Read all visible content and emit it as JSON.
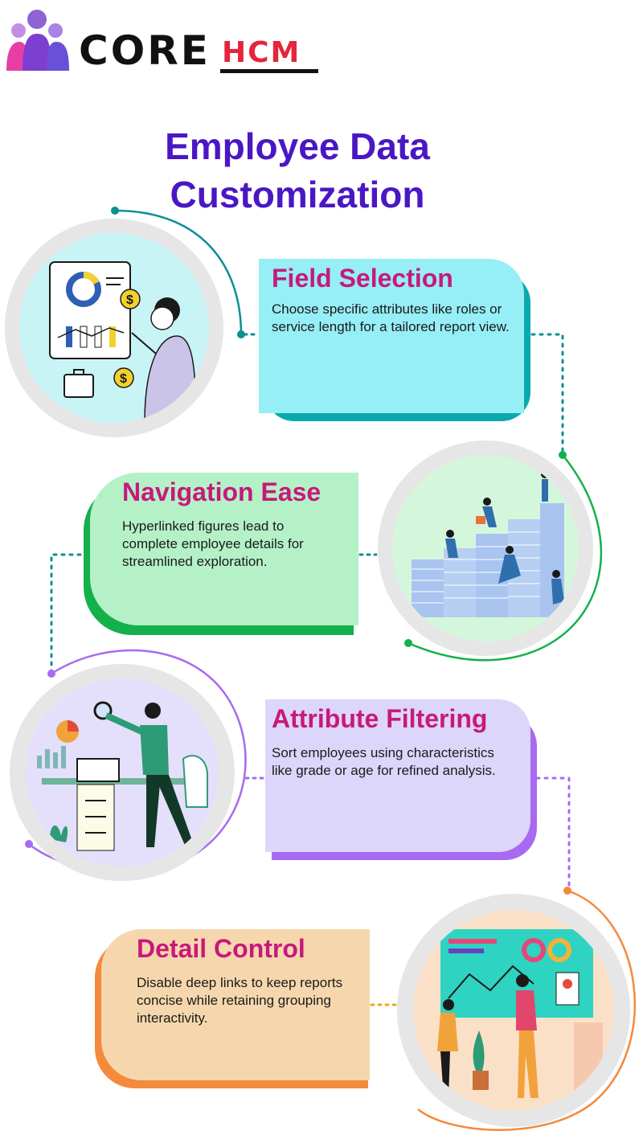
{
  "logo": {
    "core": "CORE",
    "hcm": "HCM"
  },
  "title": {
    "line1": "Employee Data",
    "line2": "Customization"
  },
  "sections": [
    {
      "title": "Field Selection",
      "text": "Choose specific attributes like roles or service length for a tailored report view.",
      "color": "#96eef6",
      "accent": "#0aa9ad"
    },
    {
      "title": "Navigation Ease",
      "text": "Hyperlinked figures lead to complete employee details for streamlined exploration.",
      "color": "#b5f1c7",
      "accent": "#14b04c"
    },
    {
      "title": "Attribute Filtering",
      "text": "Sort employees using characteristics like grade or age for refined analysis.",
      "color": "#dcd6fa",
      "accent": "#a86af0"
    },
    {
      "title": "Detail Control",
      "text": "Disable deep links to keep reports concise while retaining grouping interactivity.",
      "color": "#f6d7ad",
      "accent": "#f38a3c"
    }
  ],
  "colors": {
    "title": "#4a17c4",
    "section_title": "#c8197b"
  },
  "illustrations": [
    "financial-report-illustration",
    "climbing-stairs-team-illustration",
    "desk-analyst-illustration",
    "dashboard-team-illustration"
  ]
}
